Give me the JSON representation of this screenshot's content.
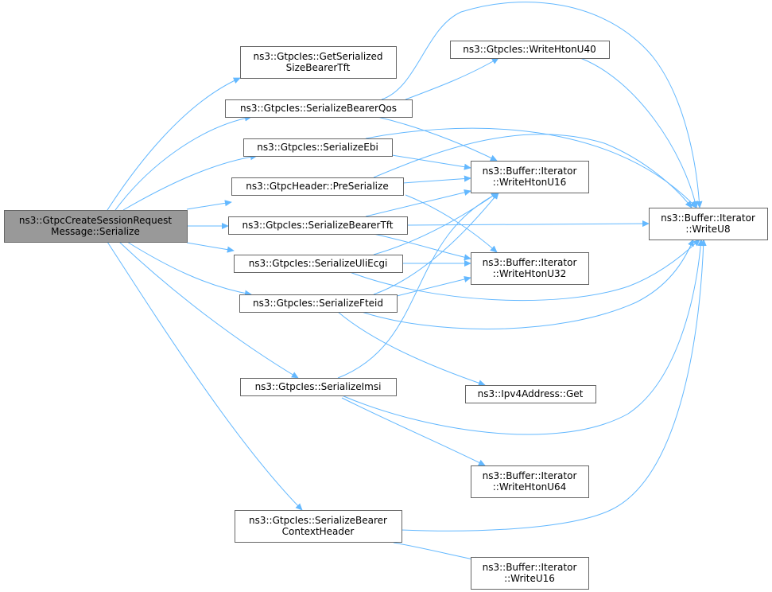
{
  "colors": {
    "node_fill": "#ffffff",
    "root_fill": "#999999",
    "node_border": "#666666",
    "edge": "#63b8ff"
  },
  "root": {
    "lines": [
      "ns3::GtpcCreateSessionRequest",
      "Message::Serialize"
    ]
  },
  "nodes": [
    {
      "id": "get-serialized-size-bearer-tft",
      "lines": [
        "ns3::GtpcIes::GetSerialized",
        "SizeBearerTft"
      ]
    },
    {
      "id": "serialize-bearer-qos",
      "lines": [
        "ns3::GtpcIes::SerializeBearerQos"
      ]
    },
    {
      "id": "serialize-ebi",
      "lines": [
        "ns3::GtpcIes::SerializeEbi"
      ]
    },
    {
      "id": "pre-serialize",
      "lines": [
        "ns3::GtpcHeader::PreSerialize"
      ]
    },
    {
      "id": "serialize-bearer-tft",
      "lines": [
        "ns3::GtpcIes::SerializeBearerTft"
      ]
    },
    {
      "id": "serialize-uli-ecgi",
      "lines": [
        "ns3::GtpcIes::SerializeUliEcgi"
      ]
    },
    {
      "id": "serialize-fteid",
      "lines": [
        "ns3::GtpcIes::SerializeFteid"
      ]
    },
    {
      "id": "serialize-imsi",
      "lines": [
        "ns3::GtpcIes::SerializeImsi"
      ]
    },
    {
      "id": "serialize-bearer-context-header",
      "lines": [
        "ns3::GtpcIes::SerializeBearer",
        "ContextHeader"
      ]
    },
    {
      "id": "write-hton-u40",
      "lines": [
        "ns3::GtpcIes::WriteHtonU40"
      ]
    },
    {
      "id": "write-hton-u16",
      "lines": [
        "ns3::Buffer::Iterator",
        "::WriteHtonU16"
      ]
    },
    {
      "id": "write-hton-u32",
      "lines": [
        "ns3::Buffer::Iterator",
        "::WriteHtonU32"
      ]
    },
    {
      "id": "ipv4-address-get",
      "lines": [
        "ns3::Ipv4Address::Get"
      ]
    },
    {
      "id": "write-hton-u64",
      "lines": [
        "ns3::Buffer::Iterator",
        "::WriteHtonU64"
      ]
    },
    {
      "id": "write-u16",
      "lines": [
        "ns3::Buffer::Iterator",
        "::WriteU16"
      ]
    },
    {
      "id": "write-u8",
      "lines": [
        "ns3::Buffer::Iterator",
        "::WriteU8"
      ]
    }
  ],
  "edges": [
    [
      "root",
      "get-serialized-size-bearer-tft"
    ],
    [
      "root",
      "serialize-bearer-qos"
    ],
    [
      "root",
      "serialize-ebi"
    ],
    [
      "root",
      "pre-serialize"
    ],
    [
      "root",
      "serialize-bearer-tft"
    ],
    [
      "root",
      "serialize-uli-ecgi"
    ],
    [
      "root",
      "serialize-fteid"
    ],
    [
      "root",
      "serialize-imsi"
    ],
    [
      "root",
      "serialize-bearer-context-header"
    ],
    [
      "serialize-bearer-qos",
      "write-hton-u40"
    ],
    [
      "serialize-bearer-qos",
      "write-u8"
    ],
    [
      "serialize-bearer-qos",
      "write-hton-u16"
    ],
    [
      "write-hton-u40",
      "write-u8"
    ],
    [
      "serialize-ebi",
      "write-u8"
    ],
    [
      "serialize-ebi",
      "write-hton-u16"
    ],
    [
      "pre-serialize",
      "write-u8"
    ],
    [
      "pre-serialize",
      "write-hton-u16"
    ],
    [
      "pre-serialize",
      "write-hton-u32"
    ],
    [
      "serialize-bearer-tft",
      "write-u8"
    ],
    [
      "serialize-bearer-tft",
      "write-hton-u16"
    ],
    [
      "serialize-bearer-tft",
      "write-hton-u32"
    ],
    [
      "serialize-uli-ecgi",
      "write-hton-u16"
    ],
    [
      "serialize-uli-ecgi",
      "write-hton-u32"
    ],
    [
      "serialize-uli-ecgi",
      "write-u8"
    ],
    [
      "serialize-fteid",
      "write-hton-u16"
    ],
    [
      "serialize-fteid",
      "write-hton-u32"
    ],
    [
      "serialize-fteid",
      "write-u8"
    ],
    [
      "serialize-fteid",
      "ipv4-address-get"
    ],
    [
      "serialize-imsi",
      "write-hton-u16"
    ],
    [
      "serialize-imsi",
      "write-u8"
    ],
    [
      "serialize-imsi",
      "write-hton-u64"
    ],
    [
      "serialize-bearer-context-header",
      "write-u8"
    ],
    [
      "serialize-bearer-context-header",
      "write-u16"
    ]
  ]
}
